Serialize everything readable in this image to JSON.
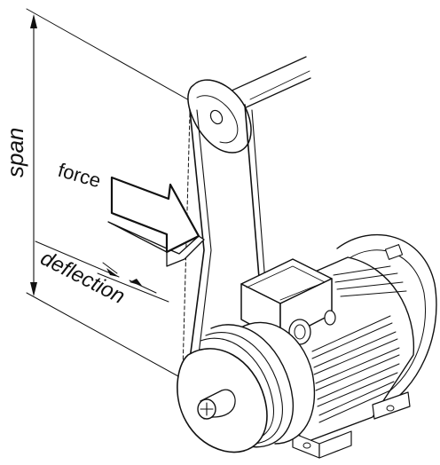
{
  "labels": {
    "span": "span",
    "force": "force",
    "deflection": "deflection"
  },
  "colors": {
    "line": "#111111",
    "background": "#ffffff",
    "fill_light": "#ffffff",
    "fill_grey": "#e6e6e6"
  }
}
